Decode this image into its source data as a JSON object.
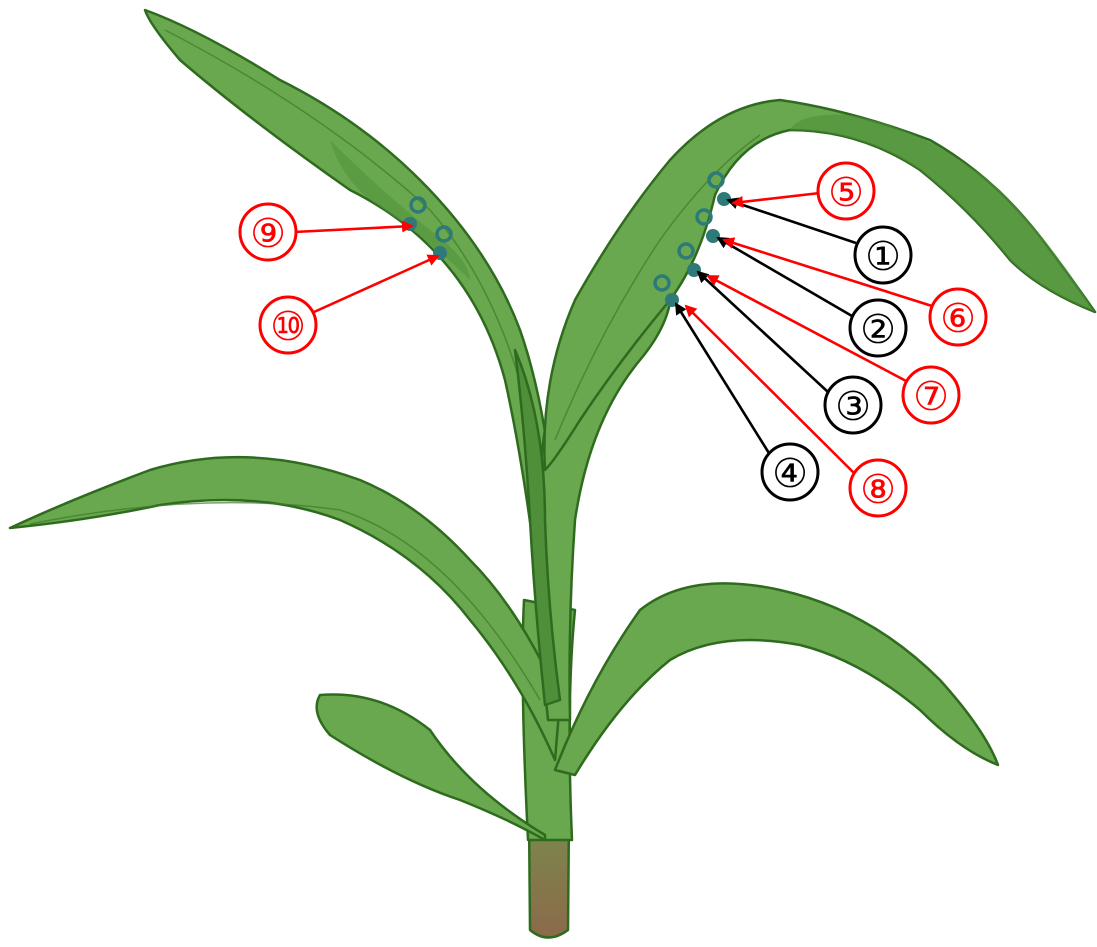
{
  "colors": {
    "leaf": "#6aa84f",
    "leaf_dark": "#4f8f3a",
    "outline": "#2f6b1f",
    "spot": "#2d7a78",
    "stem_base": "#8b6a4a",
    "callout_black": "#000000",
    "callout_red": "#ff0000"
  },
  "callouts": [
    {
      "label": "①",
      "color": "black"
    },
    {
      "label": "②",
      "color": "black"
    },
    {
      "label": "③",
      "color": "black"
    },
    {
      "label": "④",
      "color": "black"
    },
    {
      "label": "⑤",
      "color": "red"
    },
    {
      "label": "⑥",
      "color": "red"
    },
    {
      "label": "⑦",
      "color": "red"
    },
    {
      "label": "⑧",
      "color": "red"
    },
    {
      "label": "⑨",
      "color": "red"
    },
    {
      "label": "⑩",
      "color": "red"
    }
  ]
}
